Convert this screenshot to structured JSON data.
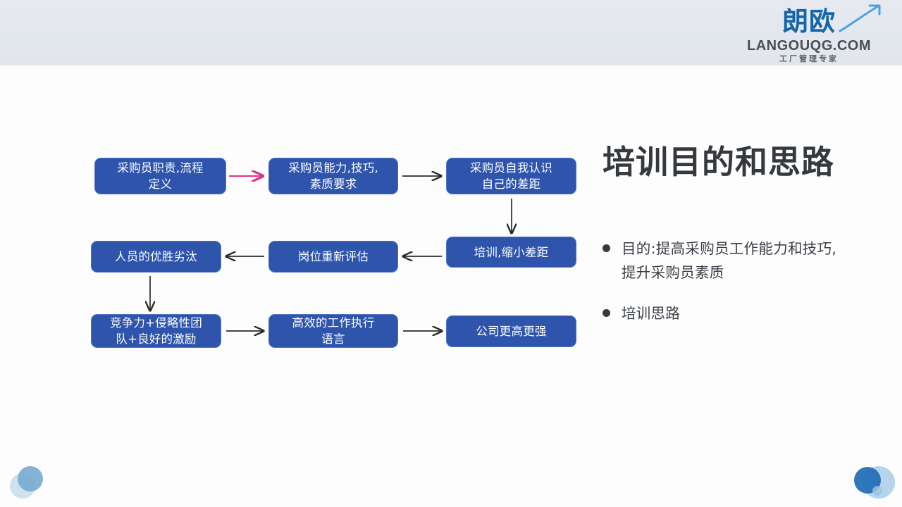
{
  "slide": {
    "background_color": "#fdfdfe",
    "header_band_color": "#e4e8ee"
  },
  "logo": {
    "mark": "朗欧",
    "domain": "LANGOUQG.COM",
    "tagline": "工厂管理专家",
    "mark_color": "#1565a8",
    "domain_color": "#4a4f56",
    "swoosh_icon": "swoosh-arrow-icon"
  },
  "title": "培训目的和思路",
  "bullets": [
    {
      "text": "目的:提高采购员工作能力和技巧,提升采购员素质"
    },
    {
      "text": "培训思路"
    }
  ],
  "flowchart": {
    "node_fill": "#2e54ac",
    "node_border": "#4f74c8",
    "node_text_color": "#ffffff",
    "nodes": [
      {
        "id": "duty",
        "text": "采购员职责,流程\n定义"
      },
      {
        "id": "ability",
        "text": "采购员能力,技巧,\n素质要求"
      },
      {
        "id": "selfaware",
        "text": "采购员自我认识\n自己的差距"
      },
      {
        "id": "survival",
        "text": "人员的优胜劣汰"
      },
      {
        "id": "reassess",
        "text": "岗位重新评估"
      },
      {
        "id": "training",
        "text": "培训,缩小差距"
      },
      {
        "id": "team",
        "text": "竞争力+侵略性团\n队+良好的激励"
      },
      {
        "id": "language",
        "text": "高效的工作执行\n语言"
      },
      {
        "id": "stronger",
        "text": "公司更高更强"
      }
    ],
    "connectors": [
      {
        "from": "duty",
        "to": "ability",
        "direction": "right",
        "color": "#e0348a"
      },
      {
        "from": "ability",
        "to": "selfaware",
        "direction": "right",
        "color": "#2b2b2b"
      },
      {
        "from": "selfaware",
        "to": "training",
        "direction": "down",
        "color": "#2b2b2b"
      },
      {
        "from": "training",
        "to": "reassess",
        "direction": "left",
        "color": "#2b2b2b"
      },
      {
        "from": "reassess",
        "to": "survival",
        "direction": "left",
        "color": "#2b2b2b"
      },
      {
        "from": "survival",
        "to": "team",
        "direction": "down",
        "color": "#2b2b2b"
      },
      {
        "from": "team",
        "to": "language",
        "direction": "right",
        "color": "#2b2b2b"
      },
      {
        "from": "language",
        "to": "stronger",
        "direction": "right",
        "color": "#2b2b2b"
      }
    ]
  },
  "decorations": {
    "bottom_left_circles": [
      "#cfe0ef",
      "#7aadd3"
    ],
    "bottom_right_circles": [
      "#aaccea",
      "#1f6cb5",
      "#9cc3e4"
    ]
  }
}
